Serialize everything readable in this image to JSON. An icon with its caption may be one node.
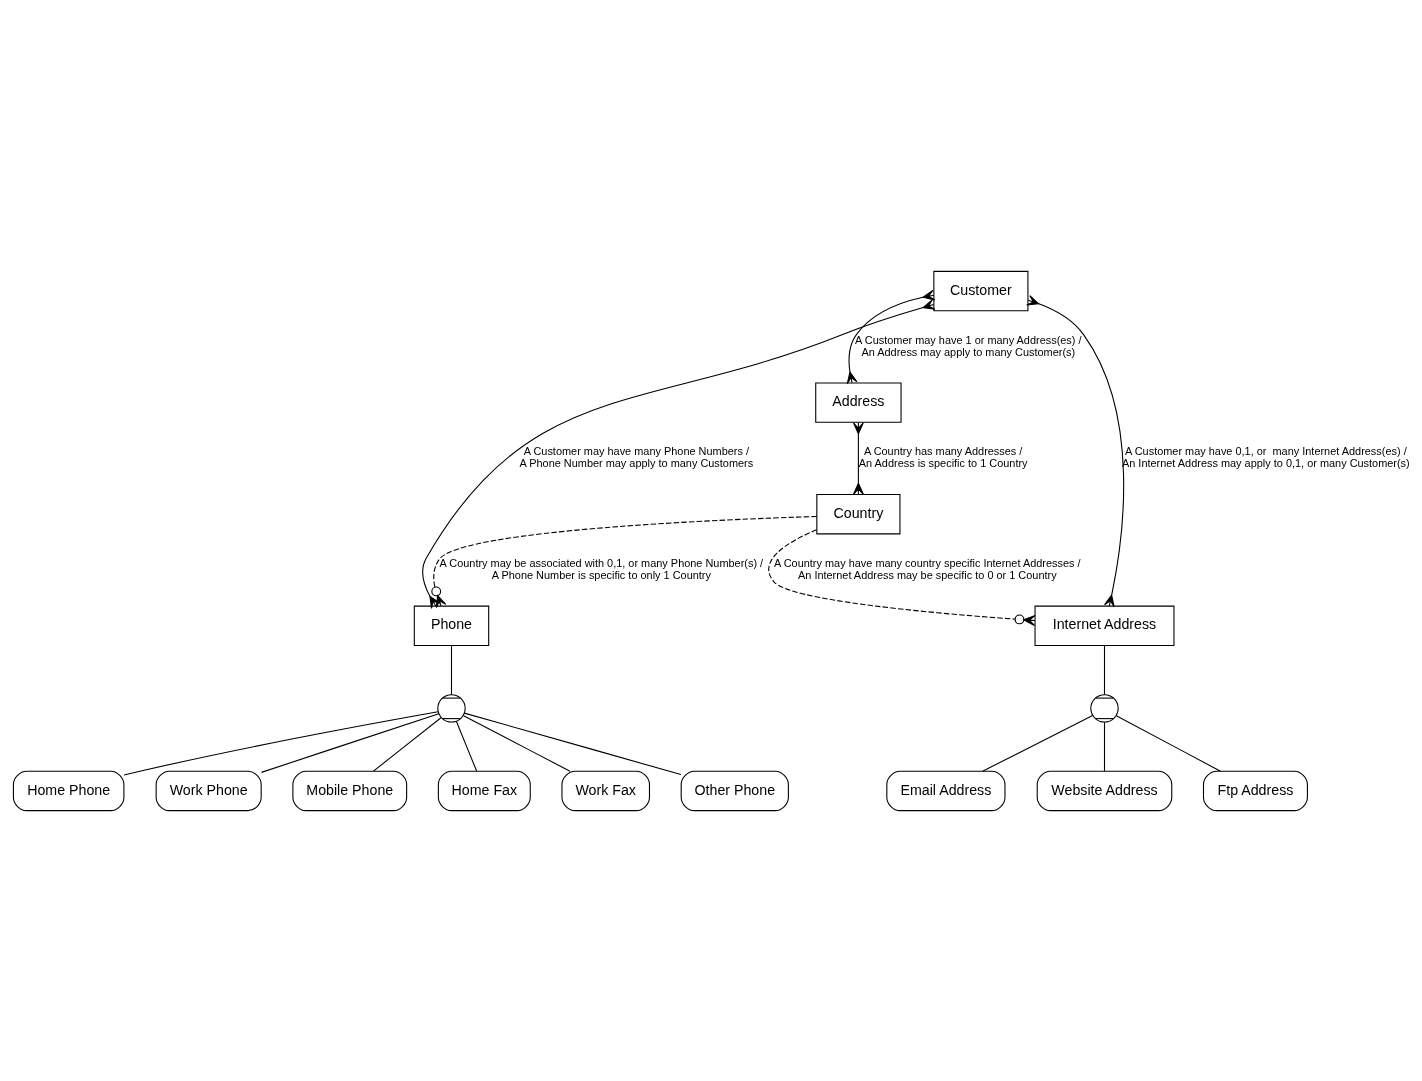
{
  "diagram": {
    "nodes": [
      {
        "text": [
          "Customer"
        ]
      },
      {
        "text": [
          "Phone"
        ]
      },
      {
        "text": [
          "Address"
        ]
      },
      {
        "text": [
          "Country"
        ]
      },
      {
        "text": [
          "Internet Address"
        ]
      },
      {
        "text": [
          "Home Phone"
        ]
      },
      {
        "text": [
          "Work Phone"
        ]
      },
      {
        "text": [
          "Mobile Phone"
        ]
      },
      {
        "text": [
          "Home Fax"
        ]
      },
      {
        "text": [
          "Work Fax"
        ]
      },
      {
        "text": [
          "Other Phone"
        ]
      },
      {
        "text": [
          "Email Address"
        ]
      },
      {
        "text": [
          "Website Address"
        ]
      },
      {
        "text": [
          "Ftp Address"
        ]
      },
      {
        "text": [],
        "shape": "semicircle"
      },
      {
        "text": [],
        "shape": "semicircle"
      }
    ],
    "edges": [
      {
        "from": 0,
        "to": 1,
        "arrow": "other",
        "label": "A Customer may have many Phone Numbers / A Phone Number may apply to many Customers"
      },
      {
        "from": 0,
        "to": 2,
        "arrow": "other",
        "label": "A Customer may have 1 or many Address(es) / An Address may apply to many Customer(s)"
      },
      {
        "from": 0,
        "to": 4,
        "arrow": "other",
        "label": "A Customer may have 0,1, or  many Internet Address(es) / An Internet Address may apply to 0,1, or many Customer(s)"
      },
      {
        "from": 2,
        "to": 3,
        "arrow": "other",
        "label": "A Country has many Addresses / An Address is specific to 1 Country"
      },
      {
        "from": 3,
        "to": 1,
        "arrow": "other",
        "style": "dashed",
        "label": "A Country may be associated with 0,1, or many Phone Number(s) / A Phone Number is specific to only 1 Country"
      },
      {
        "from": 3,
        "to": 4,
        "arrow": "other",
        "style": "dashed",
        "label": "A Country may have many country specific Internet Addresses / An Internet Address may be specific to 0 or 1 Country"
      },
      {
        "from": 1,
        "to": 14,
        "arrow": "none"
      },
      {
        "from": 14,
        "to": 5,
        "arrow": "none"
      },
      {
        "from": 14,
        "to": 6,
        "arrow": "none"
      },
      {
        "from": 14,
        "to": 7,
        "arrow": "none"
      },
      {
        "from": 14,
        "to": 8,
        "arrow": "none"
      },
      {
        "from": 14,
        "to": 9,
        "arrow": "none"
      },
      {
        "from": 14,
        "to": 10,
        "arrow": "none"
      },
      {
        "from": 4,
        "to": 15,
        "arrow": "none"
      },
      {
        "from": 15,
        "to": 11,
        "arrow": "none"
      },
      {
        "from": 15,
        "to": 12,
        "arrow": "none"
      },
      {
        "from": 15,
        "to": 13,
        "arrow": "none"
      }
    ]
  }
}
